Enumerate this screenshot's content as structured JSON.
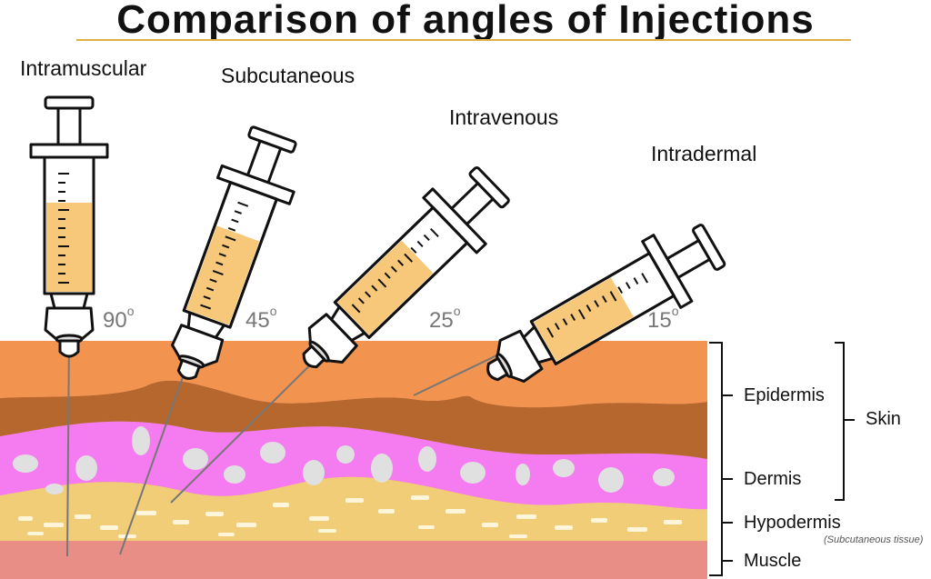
{
  "title": "Comparison of angles of Injections",
  "injections": [
    {
      "label": "Intramuscular",
      "angle": "90",
      "degree_symbol": "o"
    },
    {
      "label": "Subcutaneous",
      "angle": "45",
      "degree_symbol": "o"
    },
    {
      "label": "Intravenous",
      "angle": "25",
      "degree_symbol": "o"
    },
    {
      "label": "Intradermal",
      "angle": "15",
      "degree_symbol": "o"
    }
  ],
  "layers": {
    "epidermis": "Epidermis",
    "dermis": "Dermis",
    "hypodermis": "Hypodermis",
    "hypodermis_note": "(Subcutaneous tissue)",
    "muscle": "Muscle",
    "skin": "Skin"
  },
  "colors": {
    "epidermis": "#f2944f",
    "dermis_dark": "#b5672e",
    "dermis_pink": "#f57cf0",
    "hypodermis": "#f2cd78",
    "muscle": "#e88e86",
    "medicine": "#f7c87a",
    "title_rule": "#e0b04a"
  }
}
